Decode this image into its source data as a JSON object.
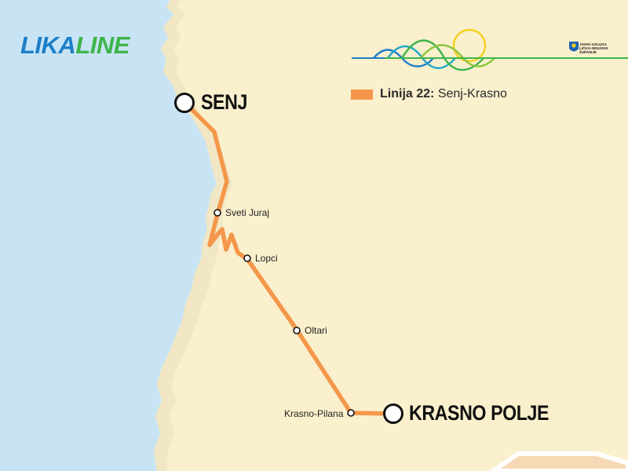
{
  "brand": {
    "part1": "LIKA",
    "part2": "LINE"
  },
  "legend": {
    "route_number": "Linija 22:",
    "route_name": "Senj-Krasno"
  },
  "authority": {
    "line1": "JAVNA USLUGA",
    "line2": "LIČKO-SENJSKE",
    "line3": "ŽUPANIJE"
  },
  "stops": {
    "senj": "SENJ",
    "sveti_juraj": "Sveti Juraj",
    "lopci": "Lopci",
    "oltari": "Oltari",
    "krasno_pilana": "Krasno-Pilana",
    "krasno_polje": "KRASNO POLJE"
  },
  "colors": {
    "land": "#faf0cd",
    "sea": "#c8e4f4",
    "route": "#f4974a",
    "brand_blue": "#1d7fc8",
    "brand_green": "#3db54a",
    "sun": "#f2d21c"
  }
}
